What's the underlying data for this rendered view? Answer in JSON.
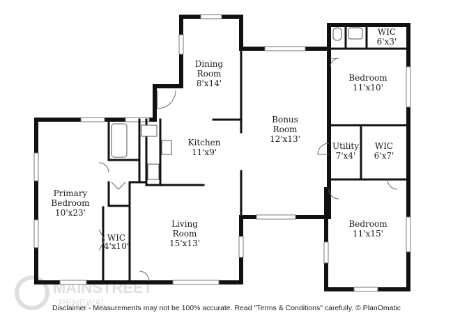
{
  "rooms": {
    "wic_top": {
      "name": "WIC",
      "size": "6'x3'"
    },
    "dining": {
      "name_line1": "Dining",
      "name_line2": "Room",
      "size": "8'x14'"
    },
    "bedroom_upper": {
      "name": "Bedroom",
      "size": "11'x10'"
    },
    "bonus": {
      "name_line1": "Bonus",
      "name_line2": "Room",
      "size": "12'x13'"
    },
    "kitchen": {
      "name": "Kitchen",
      "size": "11'x9'"
    },
    "utility": {
      "name": "Utility",
      "size": "7'x4'"
    },
    "wic_mid": {
      "name": "WIC",
      "size": "6'x7'"
    },
    "primary": {
      "name_line1": "Primary",
      "name_line2": "Bedroom",
      "size": "10'x23'"
    },
    "living": {
      "name_line1": "Living",
      "name_line2": "Room",
      "size": "15'x13'"
    },
    "wic_left": {
      "name": "WIC",
      "size": "4'x10'"
    },
    "bedroom_lower": {
      "name": "Bedroom",
      "size": "11'x15'"
    }
  },
  "watermark": {
    "line1": "MAINSTREET",
    "line2": "RENEWAL"
  },
  "disclaimer": "Disclaimer - Measurements may not be 100% accurate. Read \"Terms & Conditions\" carefully. © PlanOmatic",
  "colors": {
    "wall": "#111111",
    "window": "#777777",
    "label": "#1a1a1a"
  }
}
